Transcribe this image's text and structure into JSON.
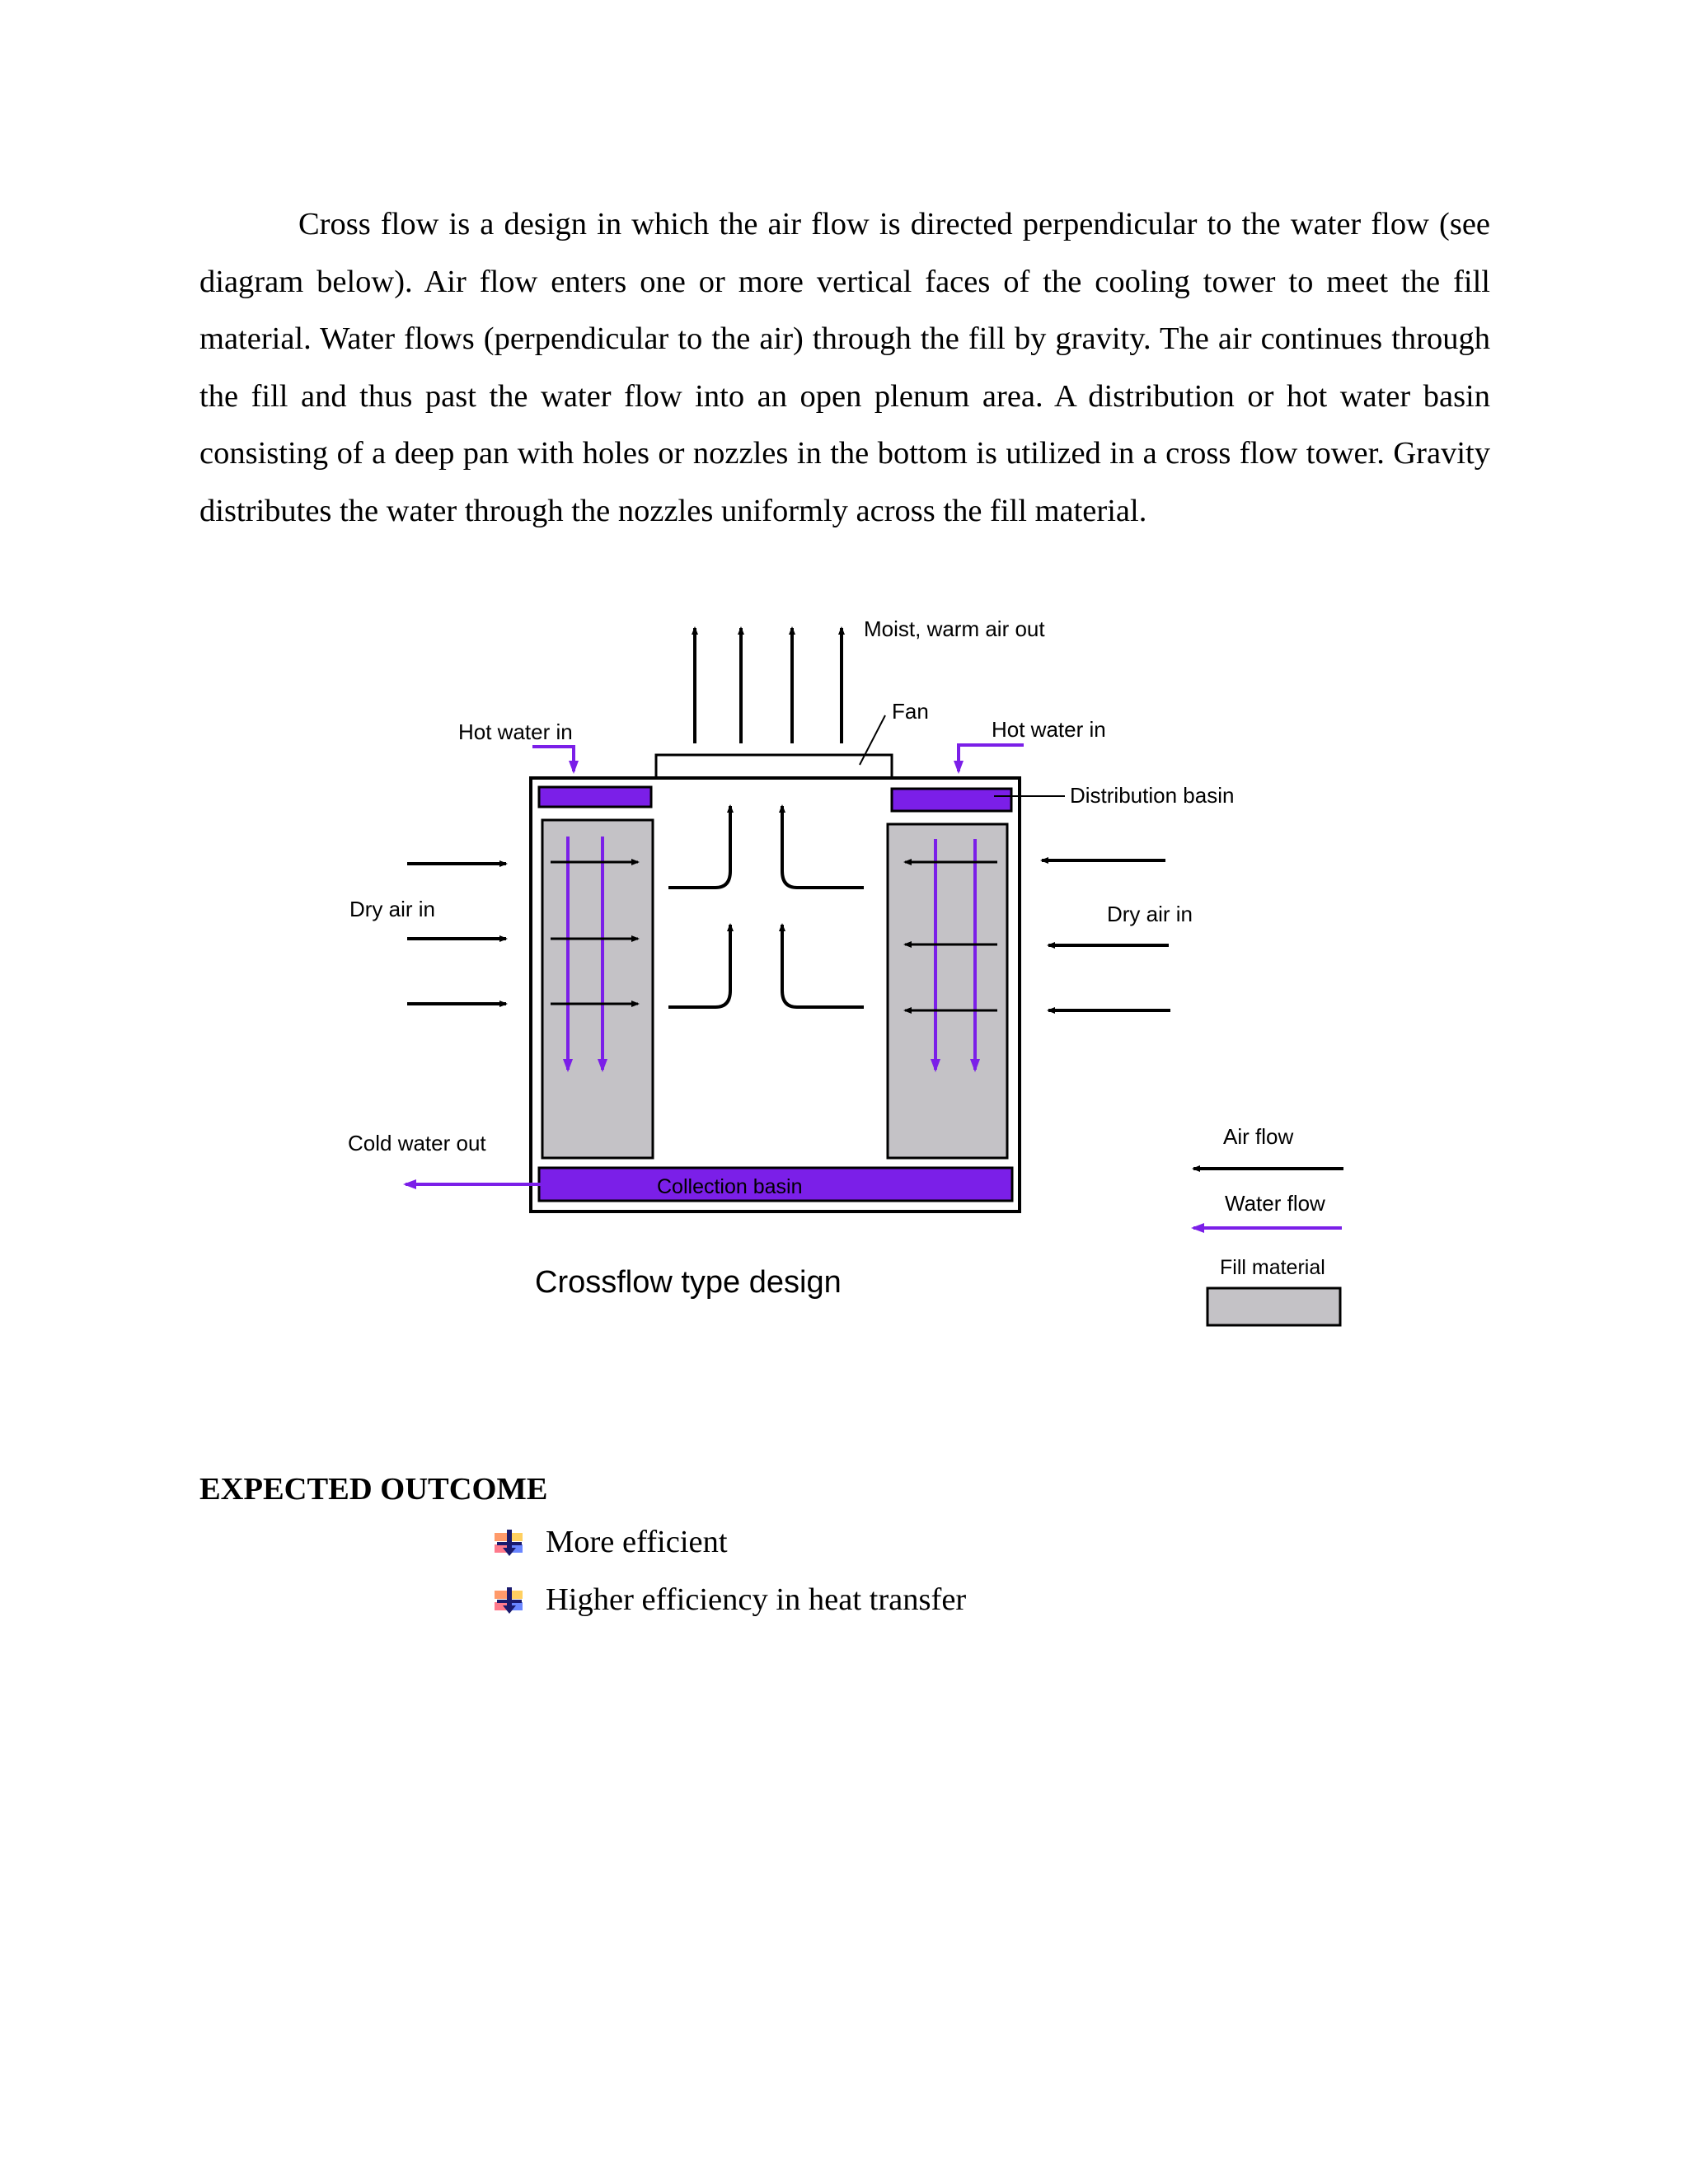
{
  "paragraph": "Cross flow is a design in which the air flow is directed perpendicular to the water flow (see diagram below). Air flow enters one or more vertical faces of the cooling tower to meet the fill material. Water flows (perpendicular to the air) through the fill by gravity. The air continues through the fill and thus past the water flow into an open plenum area. A distribution or hot water basin consisting of a deep pan with holes or nozzles in the bottom is utilized in a cross flow tower. Gravity distributes the water through the nozzles uniformly across the fill material.",
  "diagram": {
    "labels": {
      "moist_air_out": "Moist, warm air out",
      "fan": "Fan",
      "hot_water_in_left": "Hot water in",
      "hot_water_in_right": "Hot water in",
      "distribution_basin": "Distribution basin",
      "dry_air_in_left": "Dry air in",
      "dry_air_in_right": "Dry air in",
      "cold_water_out": "Cold water out",
      "collection_basin": "Collection basin",
      "caption": "Crossflow type design"
    },
    "legend": {
      "air_flow": "Air flow",
      "water_flow": "Water flow",
      "fill_material": "Fill material"
    },
    "colors": {
      "water": "#7b1fe8",
      "fill": "#c4c2c6",
      "air": "#000000"
    }
  },
  "section": {
    "heading": "EXPECTED OUTCOME",
    "items": [
      "More efficient",
      "Higher efficiency in heat transfer"
    ]
  }
}
